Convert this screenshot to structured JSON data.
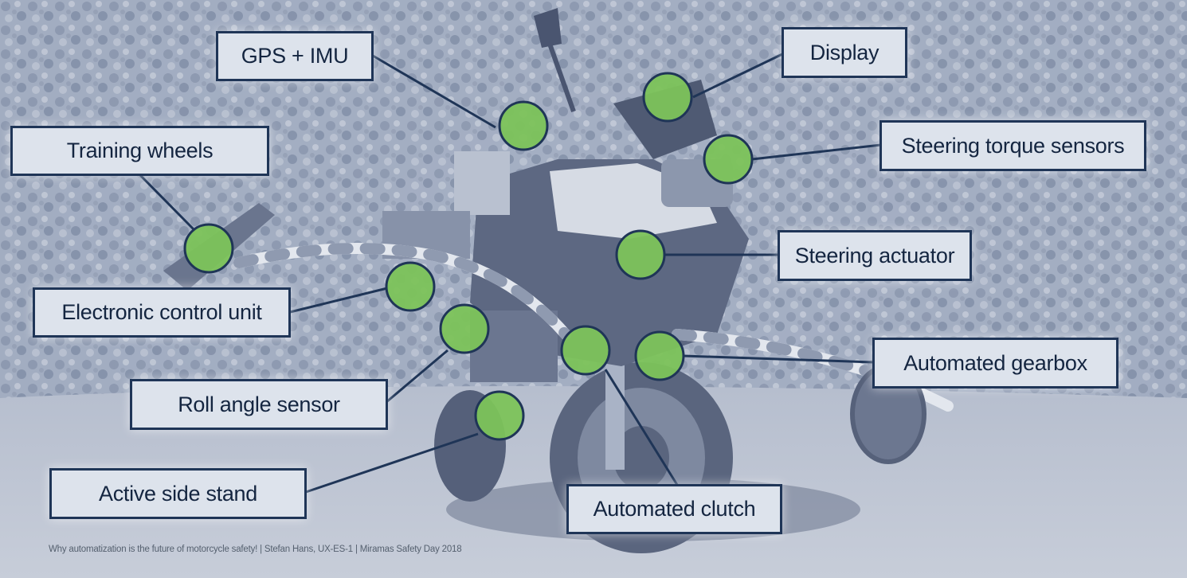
{
  "labels": {
    "gps_imu": "GPS + IMU",
    "display": "Display",
    "training_wheels": "Training wheels",
    "steering_torque_sensors": "Steering torque sensors",
    "steering_actuator": "Steering actuator",
    "electronic_control_unit": "Electronic control unit",
    "automated_gearbox": "Automated gearbox",
    "roll_angle_sensor": "Roll angle sensor",
    "active_side_stand": "Active side stand",
    "automated_clutch": "Automated clutch"
  },
  "footer": {
    "text": "Why automatization is the future of motorcycle safety!   |   Stefan Hans, UX-ES-1   |   Miramas Safety Day 2018"
  },
  "colors": {
    "marker": "#7cc35a",
    "marker_border": "#1f3557",
    "connector": "#1f3557",
    "label_fill": "#dde3ec"
  }
}
